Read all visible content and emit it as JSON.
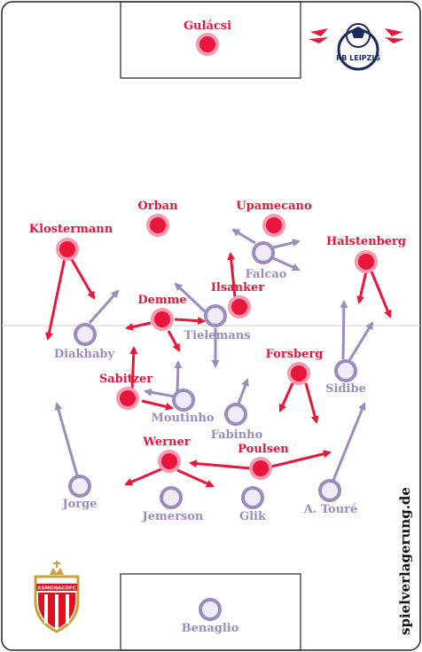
{
  "watermark": "spielverlagerung.de",
  "colors": {
    "leipzig": "#e8163a",
    "monaco": "#9b8bbf",
    "line": "#222222"
  },
  "team_a": {
    "name": "RB Leipzig",
    "players": [
      "Gulácsi",
      "Orban",
      "Upamecano",
      "Klostermann",
      "Halstenberg",
      "Demme",
      "Ilsanker",
      "Sabitzer",
      "Forsberg",
      "Werner",
      "Poulsen"
    ]
  },
  "team_b": {
    "name": "Monaco",
    "players": [
      "Falcao",
      "Tielemans",
      "Diakhaby",
      "Sidibe",
      "Moutinho",
      "Fabinho",
      "Jorge",
      "Jemerson",
      "Glik",
      "A. Touré",
      "Benaglio"
    ]
  },
  "logos": {
    "leipzig": "RB LEIPZIG",
    "monaco": "ASMONACOFC"
  }
}
